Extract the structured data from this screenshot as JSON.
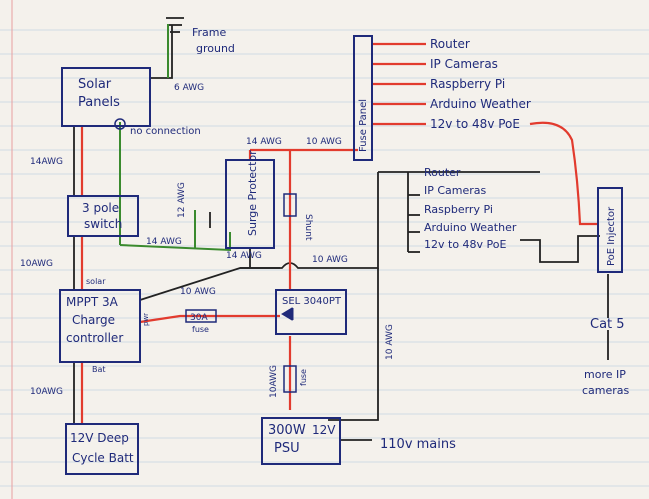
{
  "components": {
    "solar_panels": [
      "Solar",
      "Panels"
    ],
    "frame_ground": [
      "Frame",
      "ground"
    ],
    "three_pole_switch": [
      "3 pole",
      "switch"
    ],
    "surge_protector": "Surge Protector",
    "mppt": [
      "MPPT 3A",
      "Charge",
      "controller"
    ],
    "mppt_solar": "solar",
    "mppt_pwr": "pwr",
    "mppt_bat": "Bat",
    "battery": [
      "12V Deep",
      "Cycle Batt"
    ],
    "fuse_30a": [
      "30A",
      "fuse"
    ],
    "sel": "SEL 3040PT",
    "fuse_small": "fuse",
    "psu": [
      "300W",
      "PSU"
    ],
    "psu_v": "12V",
    "mains": "110v mains",
    "fuse_panel": "Fuse Panel",
    "shunt": "Shunt",
    "poe_injector": "PoE Injector",
    "cat5": "Cat 5",
    "more_cams": [
      "more IP",
      "cameras"
    ],
    "no_connection": "no connection"
  },
  "wire_labels": {
    "awg6": "6 AWG",
    "awg14_left": "14AWG",
    "awg14_green": "14 AWG",
    "awg12": "12 AWG",
    "awg14_surge": "14 AWG",
    "awg14_top": "14 AWG",
    "awg10_top": "10 AWG",
    "awg10_left": "10AWG",
    "awg10_mppt": "10 AWG",
    "awg10_right": "10 AWG",
    "awg10_bat": "10AWG",
    "awg10_psu": "10AWG",
    "awg10_vert": "10 AWG"
  },
  "fuse_loads": [
    "Router",
    "IP Cameras",
    "Raspberry Pi",
    "Arduino Weather",
    "12v to 48v PoE"
  ],
  "bus_loads": [
    "Router",
    "IP Cameras",
    "Raspberry Pi",
    "Arduino Weather",
    "12v to 48v PoE"
  ],
  "colors": {
    "ink": "#1f2a7a",
    "black": "#222222",
    "red": "#e23b2e",
    "green": "#3a8a2e",
    "paper": "#f4f1ec",
    "rule": "#9fb8d8",
    "margin": "#e7a0a0"
  }
}
